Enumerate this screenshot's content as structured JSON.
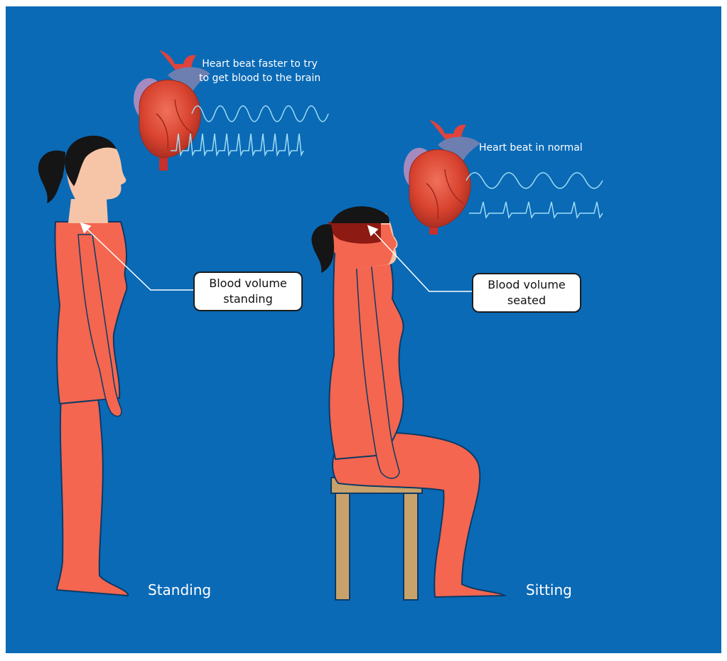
{
  "colors": {
    "background": "#0a6ab6",
    "body": "#f4664f",
    "body_outline": "#0b3a66",
    "skin": "#f6c5a8",
    "hair": "#151515",
    "blood_head": "#8e1a14",
    "chair": "#c9a26b",
    "ecg": "#9fdcf3",
    "callout_bg": "#ffffff",
    "arrow": "#ffffff"
  },
  "standing": {
    "heart_caption_line1": "Heart beat faster to try",
    "heart_caption_line2": "to get blood to the brain",
    "callout_line1": "Blood volume",
    "callout_line2": "standing",
    "label": "Standing"
  },
  "sitting": {
    "heart_caption": "Heart beat in normal",
    "callout_line1": "Blood volume",
    "callout_line2": "seated",
    "label": "Sitting"
  }
}
